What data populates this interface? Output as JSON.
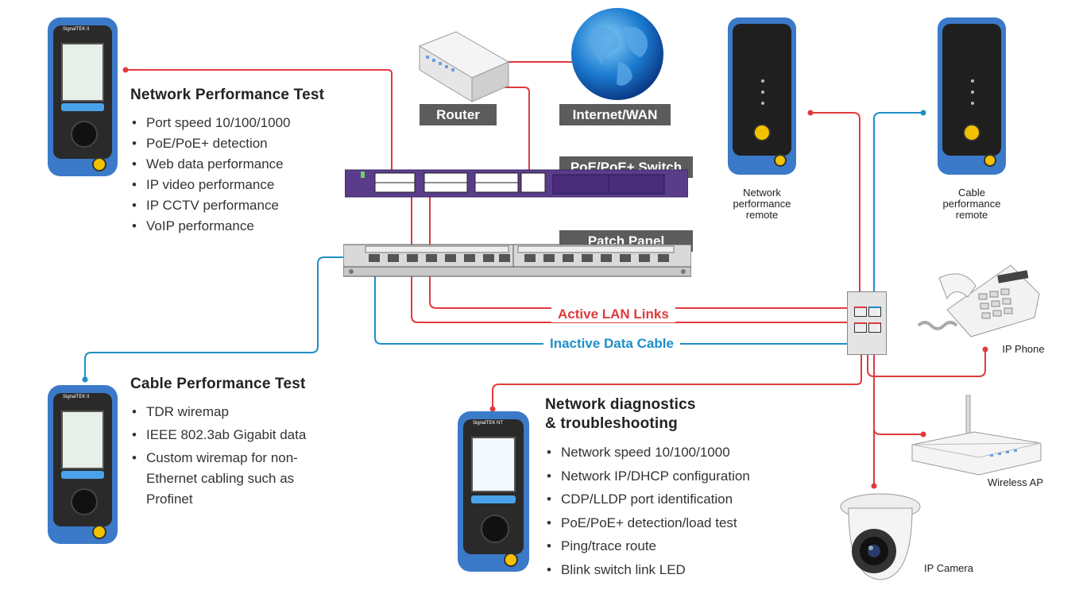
{
  "sections": {
    "network_performance": {
      "title": "Network Performance Test",
      "items": [
        "Port speed 10/100/1000",
        "PoE/PoE+ detection",
        "Web data performance",
        "IP video performance",
        "IP CCTV performance",
        "VoIP performance"
      ]
    },
    "cable_performance": {
      "title": "Cable Performance Test",
      "items": [
        "TDR wiremap",
        "IEEE 802.3ab Gigabit data",
        "Custom wiremap for non-Ethernet cabling such as Profinet"
      ]
    },
    "diagnostics": {
      "title_line1": "Network diagnostics",
      "title_line2": "& troubleshooting",
      "items": [
        "Network speed 10/100/1000",
        "Network IP/DHCP configuration",
        "CDP/LLDP port identification",
        "PoE/PoE+ detection/load test",
        "Ping/trace route",
        "Blink switch link LED"
      ]
    }
  },
  "labels": {
    "router": "Router",
    "internet": "Internet/WAN",
    "switch": "PoE/PoE+ Switch",
    "patch_panel": "Patch Panel",
    "active_links": "Active LAN Links",
    "inactive_cable": "Inactive Data Cable",
    "network_remote": [
      "Network",
      "performance",
      "remote"
    ],
    "cable_remote": [
      "Cable",
      "performance",
      "remote"
    ],
    "ip_phone": "IP Phone",
    "wireless_ap": "Wireless AP",
    "ip_camera": "IP Camera"
  },
  "colors": {
    "active": "#e03a3e",
    "inactive": "#1e8fc6",
    "tag_bg": "#5c5c5c",
    "device_blue": "#3b7ac8"
  }
}
